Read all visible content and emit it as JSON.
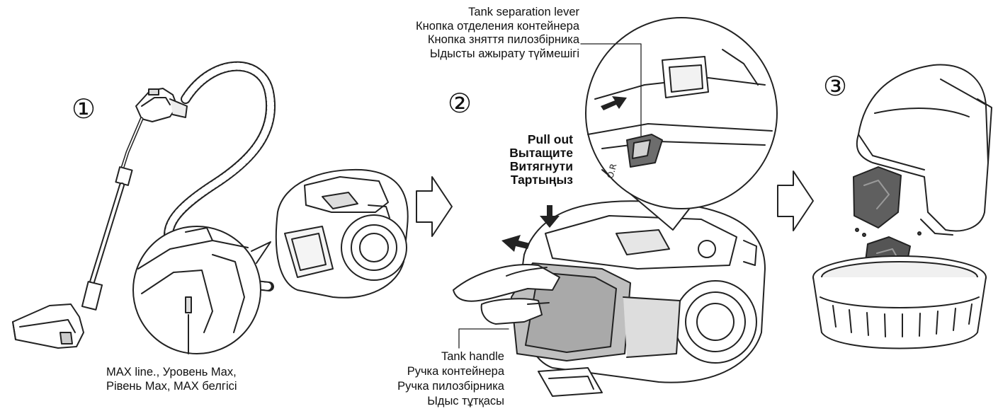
{
  "steps": [
    "①",
    "②",
    "③"
  ],
  "labels": {
    "max_line": [
      "MAX line., Уровень Max,",
      "Рівень Max, MAX белгісі"
    ],
    "tank_separation_lever": [
      "Tank separation lever",
      "Кнопка отделения контейнера",
      "Кнопка зняття пилозбірника",
      "Ыдысты ажырату түймешігі"
    ],
    "pull_out": [
      "Pull out",
      "Вытащите",
      "Витягнути",
      "Тартыңыз"
    ],
    "tank_handle": [
      "Tank handle",
      "Ручка контейнера",
      "Ручка пилозбірника",
      "Ыдыс тұтқасы"
    ]
  }
}
